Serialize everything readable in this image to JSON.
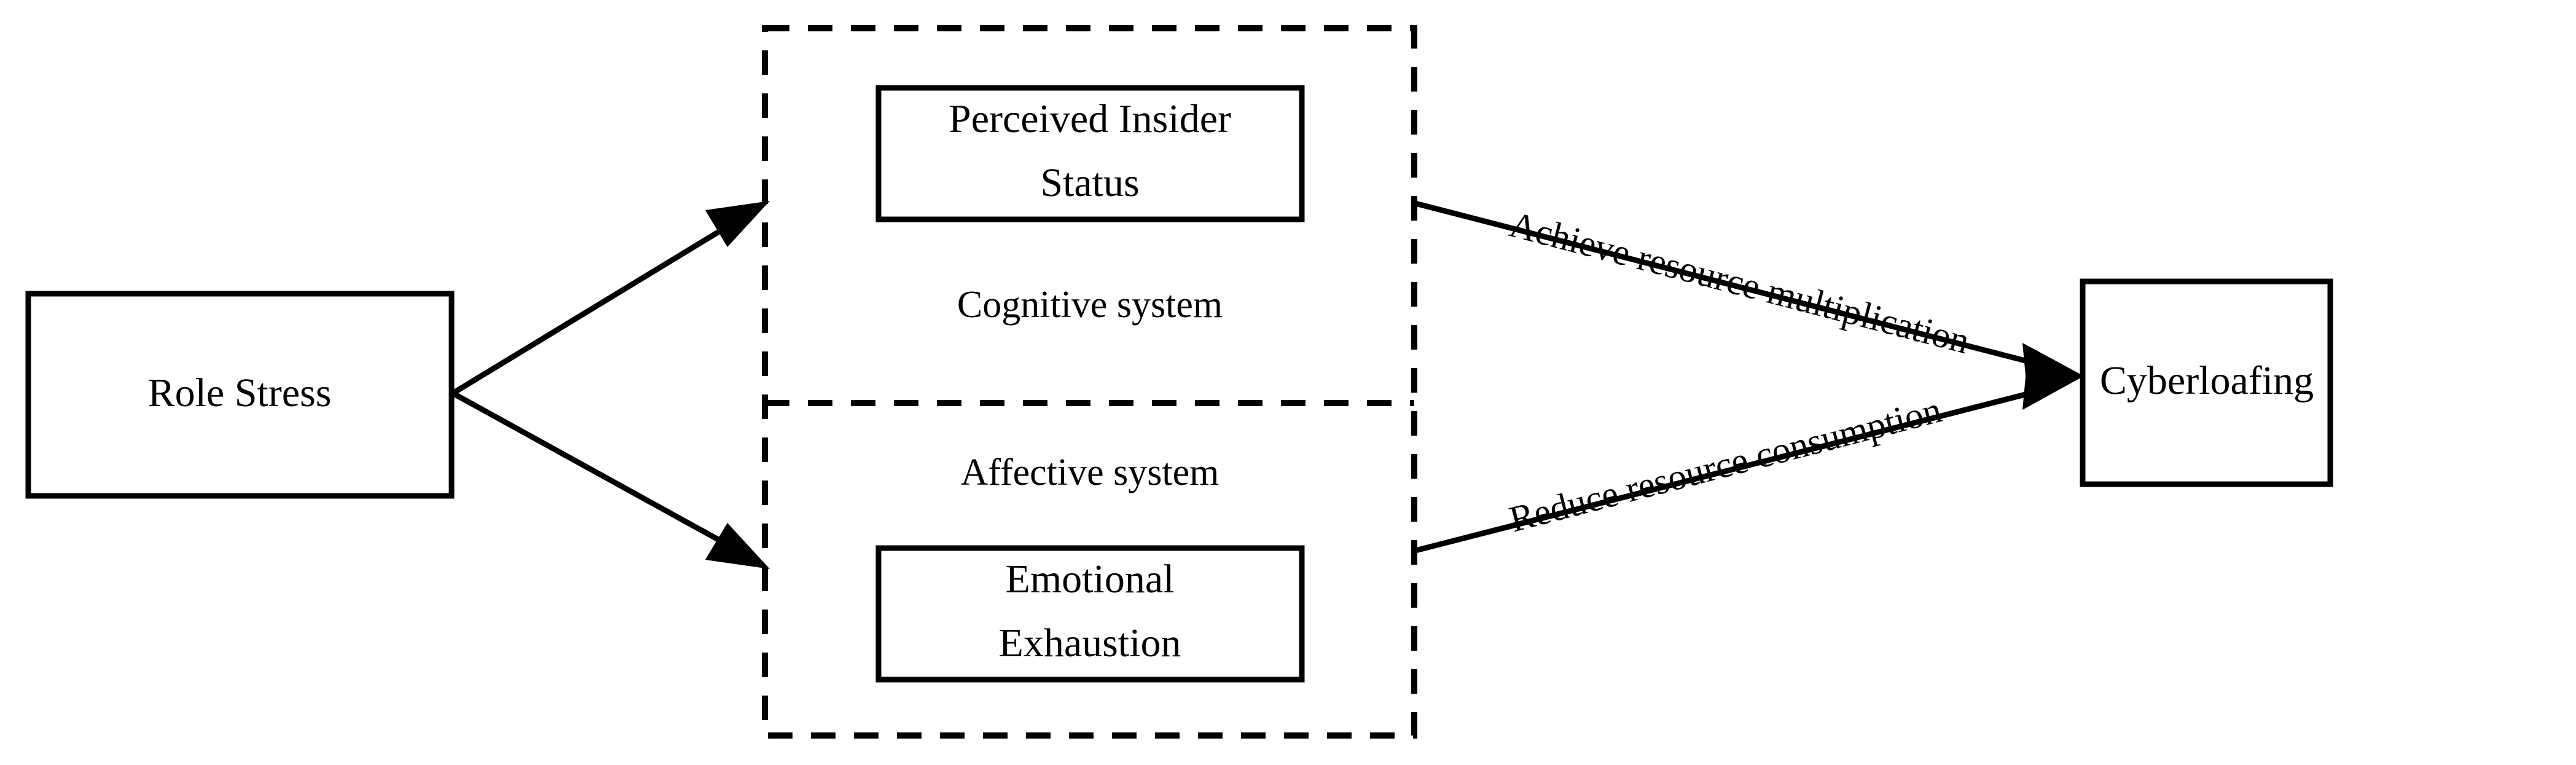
{
  "diagram": {
    "type": "conceptual-model-flow",
    "background_color": "#ffffff",
    "line_color": "#000000",
    "nodes": {
      "antecedent": {
        "id": "role-stress",
        "label": "Role Stress",
        "shape": "rectangle",
        "border": "solid"
      },
      "mediator_container": {
        "id": "dual-system",
        "shape": "rectangle",
        "border": "dashed",
        "divider": "dashed-horizontal",
        "upper_region_label": "Cognitive system",
        "lower_region_label": "Affective system"
      },
      "mediator_cognitive": {
        "id": "perceived-insider-status",
        "label_line1": "Perceived Insider",
        "label_line2": "Status",
        "shape": "rectangle",
        "border": "solid"
      },
      "mediator_affective": {
        "id": "emotional-exhaustion",
        "label_line1": "Emotional",
        "label_line2": "Exhaustion",
        "shape": "rectangle",
        "border": "solid"
      },
      "outcome": {
        "id": "cyberloafing",
        "label": "Cyberloafing",
        "shape": "rectangle",
        "border": "solid"
      }
    },
    "edges": [
      {
        "id": "edge-stress-to-cognitive",
        "from": "role-stress",
        "to": "cognitive system region",
        "label": "",
        "arrow": "single"
      },
      {
        "id": "edge-stress-to-affective",
        "from": "role-stress",
        "to": "affective system region",
        "label": "",
        "arrow": "single"
      },
      {
        "id": "edge-cognitive-to-cyberloafing",
        "from": "cognitive system region",
        "to": "cyberloafing",
        "label": "Achieve resource multiplication",
        "arrow": "single",
        "label_rotation_deg": 17
      },
      {
        "id": "edge-affective-to-cyberloafing",
        "from": "affective system region",
        "to": "cyberloafing",
        "label": "Reduce resource consumption",
        "arrow": "single",
        "label_rotation_deg": -17
      }
    ]
  }
}
